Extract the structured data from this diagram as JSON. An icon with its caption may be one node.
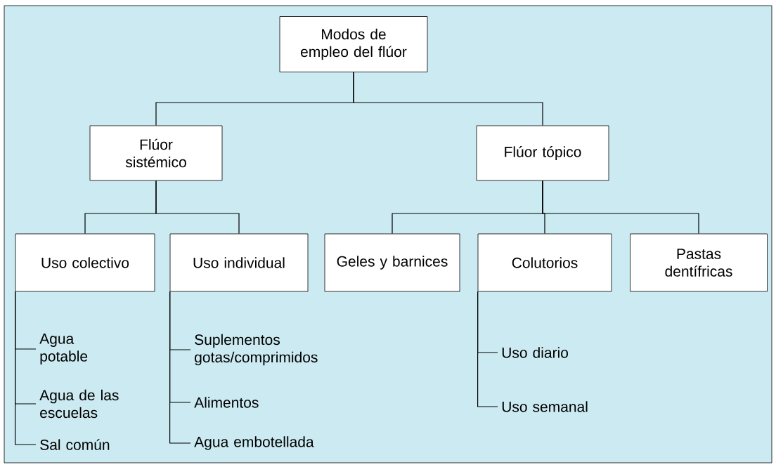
{
  "diagram": {
    "nodes": [
      {
        "text": [
          "Modos de empleo del flúor"
        ]
      },
      {
        "text": [
          "Flúor sistémico"
        ]
      },
      {
        "text": [
          "Flúor tópico"
        ]
      },
      {
        "text": [
          "Uso colectivo"
        ]
      },
      {
        "text": [
          "Uso individual"
        ]
      },
      {
        "text": [
          "Geles y barnices"
        ]
      },
      {
        "text": [
          "Colutorios"
        ]
      },
      {
        "text": [
          "Pastas dentífricas"
        ]
      },
      {
        "text": [
          "Agua potable"
        ]
      },
      {
        "text": [
          "Agua de las escuelas"
        ]
      },
      {
        "text": [
          "Sal común"
        ]
      },
      {
        "text": [
          "Suplementos gotas/comprimidos"
        ]
      },
      {
        "text": [
          "Alimentos"
        ]
      },
      {
        "text": [
          "Agua embotellada"
        ]
      },
      {
        "text": [
          "Uso diario"
        ]
      },
      {
        "text": [
          "Uso semanal"
        ]
      }
    ],
    "edges": [
      {
        "from": 0,
        "to": 1,
        "arrow": "none"
      },
      {
        "from": 0,
        "to": 2,
        "arrow": "none"
      },
      {
        "from": 1,
        "to": 3,
        "arrow": "none"
      },
      {
        "from": 1,
        "to": 4,
        "arrow": "none"
      },
      {
        "from": 2,
        "to": 5,
        "arrow": "none"
      },
      {
        "from": 2,
        "to": 6,
        "arrow": "none"
      },
      {
        "from": 2,
        "to": 7,
        "arrow": "none"
      },
      {
        "from": 3,
        "to": 8,
        "arrow": "none"
      },
      {
        "from": 3,
        "to": 9,
        "arrow": "none"
      },
      {
        "from": 3,
        "to": 10,
        "arrow": "none"
      },
      {
        "from": 4,
        "to": 11,
        "arrow": "none"
      },
      {
        "from": 4,
        "to": 12,
        "arrow": "none"
      },
      {
        "from": 4,
        "to": 13,
        "arrow": "none"
      },
      {
        "from": 6,
        "to": 14,
        "arrow": "none"
      },
      {
        "from": 6,
        "to": 15,
        "arrow": "none"
      }
    ]
  }
}
